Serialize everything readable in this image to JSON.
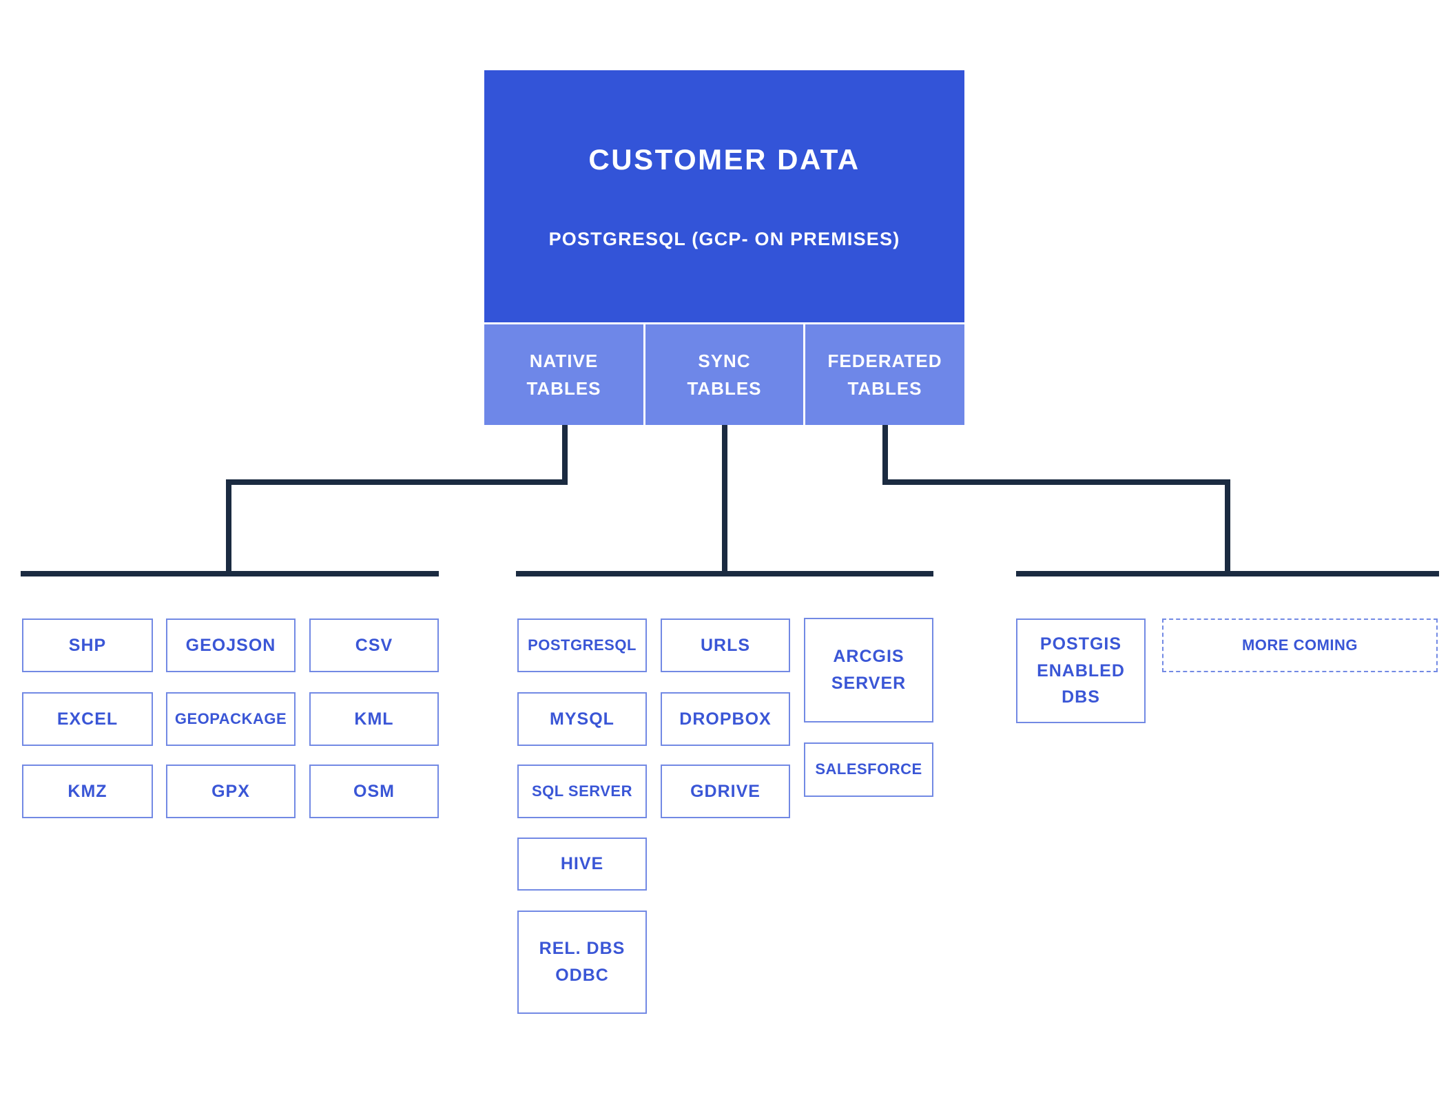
{
  "diagram": {
    "root": {
      "title": "CUSTOMER DATA",
      "subtitle": "POSTGRESQL (GCP- ON PREMISES)"
    },
    "tabs": [
      {
        "label": "NATIVE\nTABLES"
      },
      {
        "label": "SYNC\nTABLES"
      },
      {
        "label": "FEDERATED\nTABLES"
      }
    ],
    "groups": {
      "native_tables": {
        "items": [
          "SHP",
          "GEOJSON",
          "CSV",
          "EXCEL",
          "GEOPACKAGE",
          "KML",
          "KMZ",
          "GPX",
          "OSM"
        ]
      },
      "sync_tables": {
        "items": [
          "POSTGRESQL",
          "URLS",
          "ARCGIS\nSERVER",
          "MYSQL",
          "DROPBOX",
          "SALESFORCE",
          "SQL SERVER",
          "GDRIVE",
          "HIVE",
          "REL. DBS\nODBC"
        ]
      },
      "federated_tables": {
        "items": [
          "POSTGIS\nENABLED\nDBS",
          "MORE COMING"
        ]
      }
    }
  },
  "colors": {
    "primary": "#3354d8",
    "secondary": "#6e87e8",
    "line": "#1b2b41",
    "node-border": "#7289e4",
    "node-text": "#3a56d6",
    "bg": "#ffffff"
  }
}
